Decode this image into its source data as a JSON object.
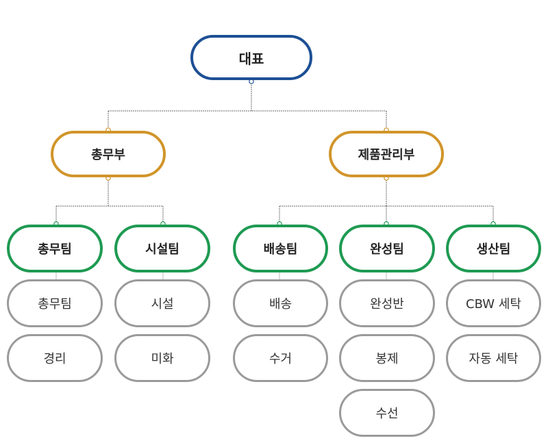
{
  "colors": {
    "root_border": "#1d4f94",
    "dept_border": "#d1952a",
    "team_border": "#1e9a52",
    "unit_border": "#9a9a9a",
    "connector": "#666666"
  },
  "root": {
    "label": "대표"
  },
  "departments": [
    {
      "label": "총무부",
      "teams": [
        {
          "label": "총무팀",
          "units": [
            "총무팀",
            "경리"
          ]
        },
        {
          "label": "시설팀",
          "units": [
            "시설",
            "미화"
          ]
        }
      ]
    },
    {
      "label": "제품관리부",
      "teams": [
        {
          "label": "배송팀",
          "units": [
            "배송",
            "수거"
          ]
        },
        {
          "label": "완성팀",
          "units": [
            "완성반",
            "봉제",
            "수선"
          ]
        },
        {
          "label": "생산팀",
          "units": [
            "CBW 세탁",
            "자동 세탁"
          ]
        }
      ]
    }
  ]
}
